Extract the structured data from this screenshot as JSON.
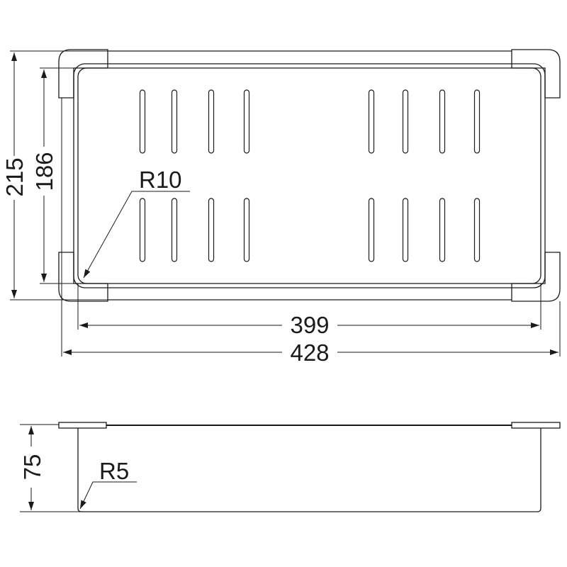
{
  "drawing": {
    "top_view": {
      "dim_outer_width": "428",
      "dim_inner_width": "399",
      "dim_outer_depth": "215",
      "dim_inner_depth": "186",
      "corner_radius": "R10"
    },
    "side_view": {
      "dim_height": "75",
      "corner_radius": "R5"
    },
    "line_color": "#1a1a1a"
  }
}
